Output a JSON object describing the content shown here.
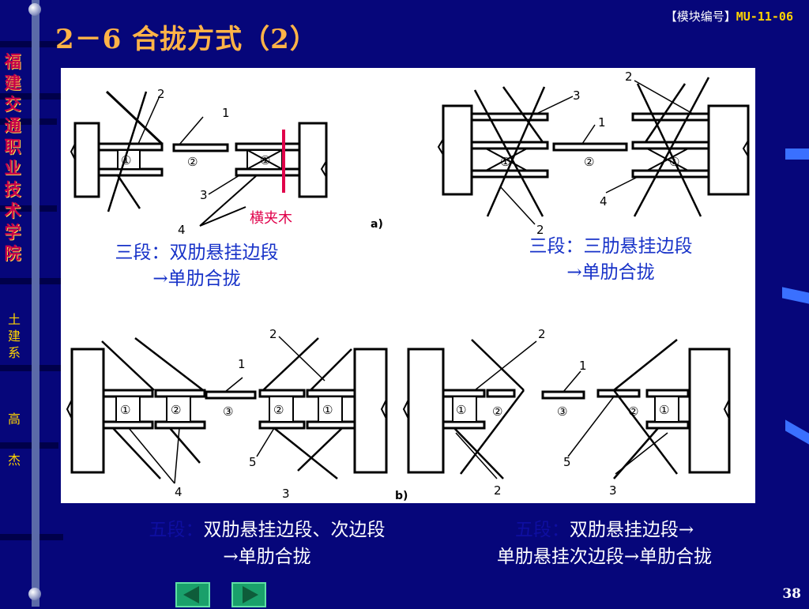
{
  "header": {
    "module_prefix": "【模块编号】",
    "module_code": "MU-11-06",
    "title": "2－6 合拢方式（2）"
  },
  "sidebar": {
    "school": [
      "福",
      "建",
      "交",
      "通",
      "职",
      "业",
      "技",
      "术",
      "学",
      "院"
    ],
    "department": [
      "土",
      "建",
      "系"
    ],
    "author": [
      "高",
      "杰"
    ]
  },
  "figure": {
    "panel_a_label": "a)",
    "panel_b_label": "b)",
    "clamp_label": "横夹木",
    "a_left": {
      "caption_line1": "三段：双肋悬挂边段",
      "caption_line2": "→单肋合拢",
      "nums": {
        "n1": "1",
        "n2": "2",
        "n3": "3",
        "n4": "4"
      },
      "circ": {
        "c1": "①",
        "c2": "②",
        "c3": "①"
      }
    },
    "a_right": {
      "caption_line1": "三段：三肋悬挂边段",
      "caption_line2": "→单肋合拢",
      "nums": {
        "n1": "1",
        "n2": "2",
        "n3": "3",
        "n4": "4",
        "n5": "2"
      },
      "circ": {
        "c1": "①",
        "c2": "②",
        "c3": "①"
      }
    },
    "b_left": {
      "nums": {
        "n1": "1",
        "n2": "2",
        "n3": "3",
        "n4": "4",
        "n5": "5"
      },
      "circ": {
        "c1": "①",
        "c2": "②",
        "c3": "③",
        "c4": "②",
        "c5": "①"
      }
    },
    "b_right": {
      "nums": {
        "n1": "1",
        "n2": "2",
        "n3": "2",
        "n4": "3",
        "n5": "5"
      },
      "circ": {
        "c1": "①",
        "c2": "②",
        "c3": "③",
        "c4": "②",
        "c5": "①"
      }
    }
  },
  "captions_bottom": {
    "left_prefix": "五段：",
    "left_line1": "双肋悬挂边段、次边段",
    "left_line2": "→单肋合拢",
    "right_prefix": "五段：",
    "right_line1": "双肋悬挂边段→",
    "right_line2": "单肋悬挂次边段→单肋合拢"
  },
  "nav": {
    "page_number": "38"
  },
  "colors": {
    "background": "#06067a",
    "title": "#ffb347",
    "caption_blue": "#1732c8",
    "accent_red": "#e0004a",
    "nav_green": "#1aa06b"
  }
}
